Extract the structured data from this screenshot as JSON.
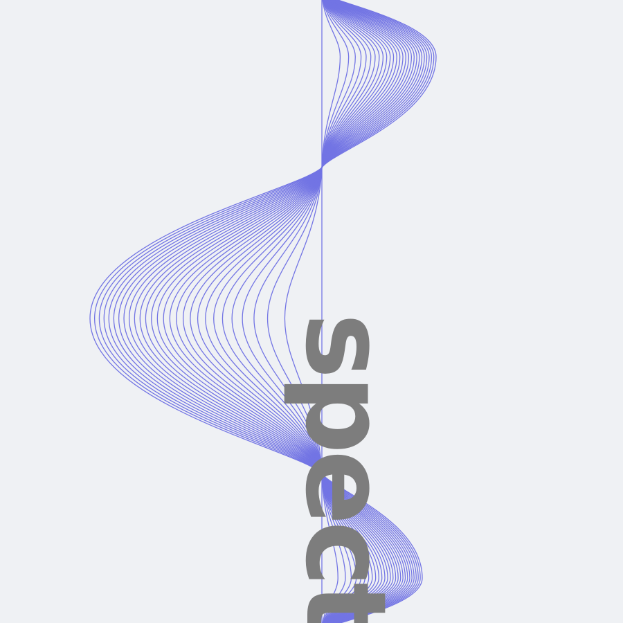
{
  "wordmark": {
    "text": "spect",
    "color": "#7d7d7d"
  },
  "artwork": {
    "description_icon": "wave-lines-graphic",
    "line_color": "#7274e4",
    "background_color": "#eff1f4",
    "line_count": 28
  }
}
